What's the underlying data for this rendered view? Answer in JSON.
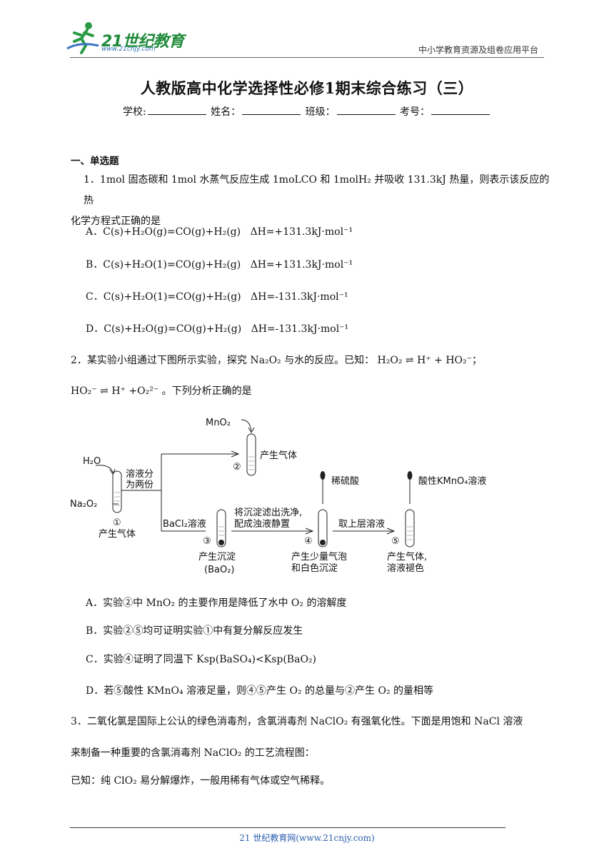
{
  "header": {
    "logo_text": "21世纪教育",
    "logo_sub": "www.21cnjy.com",
    "platform": "中小学教育资源及组卷应用平台"
  },
  "title": "人教版高中化学选择性必修1期末综合练习（三）",
  "info": {
    "school": "学校:",
    "name": "姓名：",
    "class": "班级：",
    "number": "考号："
  },
  "section1": "一、单选题",
  "q1": {
    "line1": "1．1mol 固态碳和 1mol 水蒸气反应生成 1moLCO 和 1molH₂ 并吸收 131.3kJ 热量，则表示该反应的热",
    "line2": "化学方程式正确的是",
    "options": [
      {
        "label": "A．",
        "eq": "C(s)+H₂O(g)=CO(g)+H₂(g)",
        "dh": "ΔH=+131.3kJ·mol⁻¹"
      },
      {
        "label": "B．",
        "eq": "C(s)+H₂O(1)=CO(g)+H₂(g)",
        "dh": "ΔH=+131.3kJ·mol⁻¹"
      },
      {
        "label": "C．",
        "eq": "C(s)+H₂O(1)=CO(g)+H₂(g)",
        "dh": "ΔH=-131.3kJ·mol⁻¹"
      },
      {
        "label": "D．",
        "eq": "C(s)+H₂O(g)=CO(g)+H₂(g)",
        "dh": "ΔH=-131.3kJ·mol⁻¹"
      }
    ]
  },
  "q2": {
    "line1": "2．某实验小组通过下图所示实验，探究 Na₂O₂ 与水的反应。已知： H₂O₂ ⇌ H⁺ + HO₂⁻；",
    "line2": "HO₂⁻ ⇌ H⁺ +O₂²⁻ 。下列分析正确的是",
    "diagram": {
      "mno2": "MnO₂",
      "h2o": "H₂O",
      "na2o2": "Na₂O₂",
      "split": [
        "溶液分",
        "为两份"
      ],
      "gas2": "产生气体",
      "c1": "①",
      "c2": "②",
      "c3": "③",
      "c4": "④",
      "c5": "⑤",
      "gas1": "产生气体",
      "bacl2": "BaCl₂溶液",
      "ppt3": "产生沉淀",
      "bao2": "(BaO₂)",
      "filter": [
        "将沉淀滤出洗净,",
        "配成浊液静置"
      ],
      "h2so4": "稀硫酸",
      "ppt4": [
        "产生少量气泡",
        "和白色沉淀"
      ],
      "upper": "取上层溶液",
      "kmno4": "酸性KMnO₄溶液",
      "gas5": [
        "产生气体,",
        "溶液褪色"
      ]
    },
    "options": [
      "A．实验②中 MnO₂ 的主要作用是降低了水中 O₂ 的溶解度",
      "B．实验②⑤均可证明实验①中有复分解反应发生",
      "C．实验④证明了同温下 Ksp(BaSO₄)<Ksp(BaO₂)",
      "D．若⑤酸性 KMnO₄ 溶液足量，则④⑤产生 O₂ 的总量与②产生 O₂ 的量相等"
    ]
  },
  "q3": {
    "line1": "3．二氧化氯是国际上公认的绿色消毒剂，含氯消毒剂 NaClO₂ 有强氧化性。下面是用饱和 NaCl 溶液",
    "line2": "来制备一种重要的含氯消毒剂 NaClO₂ 的工艺流程图：",
    "line3": "已知：纯 ClO₂ 易分解爆炸，一般用稀有气体或空气稀释。"
  },
  "footer": "21 世纪教育网(www.21cnjy.com)"
}
